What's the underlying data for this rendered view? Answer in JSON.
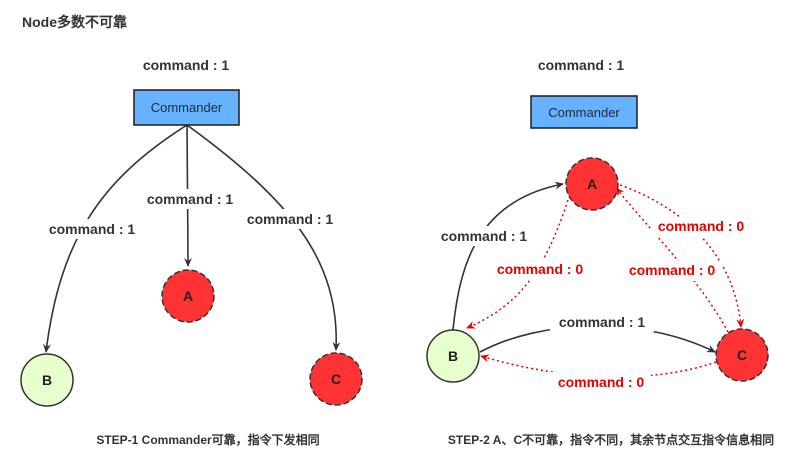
{
  "title": "Node多数不可靠",
  "left": {
    "top_label": "command : 1",
    "commander": "Commander",
    "edge_labels": {
      "to_b": "command : 1",
      "to_a": "command : 1",
      "to_c": "command : 1"
    },
    "nodes": {
      "a": "A",
      "b": "B",
      "c": "C"
    },
    "caption": "STEP-1 Commander可靠，指令下发相同"
  },
  "right": {
    "top_label": "command : 1",
    "commander": "Commander",
    "nodes": {
      "a": "A",
      "b": "B",
      "c": "C"
    },
    "edge_labels": {
      "b_to_a": "command : 1",
      "a_to_b": "command : 0",
      "a_to_c": "command : 0",
      "c_to_a": "command : 0",
      "b_to_c": "command : 1",
      "c_to_b": "command : 0"
    },
    "caption": "STEP-2 A、C不可靠，指令不同，其余节点交互指令信息相同"
  },
  "colors": {
    "commander_fill": "#66b2ff",
    "reliable_node": "#e6ffcc",
    "faulty_node": "#ff3333",
    "edge": "#333333",
    "faulty_edge": "#e60000"
  }
}
